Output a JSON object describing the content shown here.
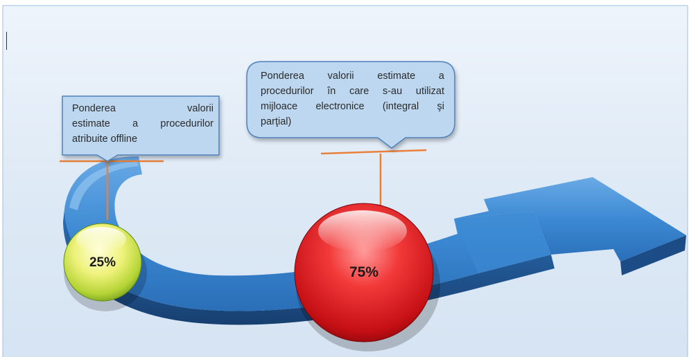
{
  "diagram": {
    "callout_left": {
      "lines": [
        "Ponderea valorii",
        "estimate a procedurilor",
        "atribuite offline"
      ]
    },
    "callout_right": {
      "lines": [
        "Ponderea valorii estimate a",
        "procedurilor în care s-au utilizat",
        "mijloace electronice (integral şi",
        "parţial)"
      ]
    },
    "left_value": "25%",
    "right_value": "75%",
    "shares": [
      {
        "value": 25,
        "color": "#d9ec5a"
      },
      {
        "value": 75,
        "color": "#e0171d"
      }
    ],
    "colors": {
      "arrow": "#3a86d2",
      "arrow_dark": "#1f5c9e",
      "connector": "#e8803a",
      "callout_fill": "#b9d6ee",
      "callout_stroke": "#4f81bd",
      "background": "#dce9f6"
    }
  }
}
